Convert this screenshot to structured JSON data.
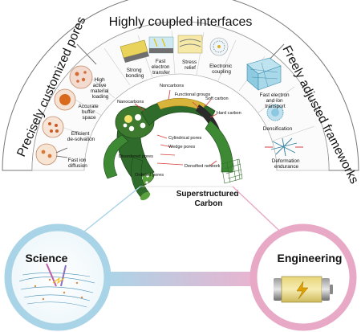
{
  "arc_titles": {
    "left": "Precisely customized pores",
    "top": "Highly coupled interfaces",
    "right": "Freely adjusted frameworks"
  },
  "left_items": [
    {
      "lines": [
        "High",
        "active",
        "material",
        "loading"
      ]
    },
    {
      "lines": [
        "Accurate",
        "buffer",
        "space"
      ]
    },
    {
      "lines": [
        "Efficient",
        "de-solvation"
      ]
    },
    {
      "lines": [
        "Fast ion",
        "diffusion"
      ]
    }
  ],
  "top_items": [
    {
      "lines": [
        "Strong",
        "bonding"
      ]
    },
    {
      "lines": [
        "Fast",
        "electron",
        "transfer"
      ]
    },
    {
      "lines": [
        "Stress",
        "relief"
      ]
    },
    {
      "lines": [
        "Electronic",
        "coupling"
      ]
    }
  ],
  "right_items": [
    {
      "lines": [
        "Fast electron",
        "and ion",
        "transport"
      ]
    },
    {
      "lines": [
        "Densification"
      ]
    },
    {
      "lines": [
        "Deformation",
        "endurance"
      ]
    }
  ],
  "structure_labels": {
    "noncarbons": "Noncarbons",
    "nanocarbons": "Nanocarbons",
    "functional_groups": "Functional groups",
    "soft_carbon": "Soft carbon",
    "hard_carbon": "Hard carbon",
    "cylindrical_pores": "Cylindrical pores",
    "wedge_pores": "Wedge pores",
    "disordered_pores": "Disordered pores",
    "densified_network": "Densified network",
    "ordered_pores": "Ordered pores"
  },
  "center_title": [
    "Superstructured",
    "Carbon"
  ],
  "science_label": "Science",
  "engineering_label": "Engineering",
  "colors": {
    "science_ring": "#a9d3e6",
    "engineering_ring": "#e8a9c6",
    "carbon_green": "#2f6b2a",
    "gold": "#d8b53a",
    "arc_border": "#777777"
  }
}
